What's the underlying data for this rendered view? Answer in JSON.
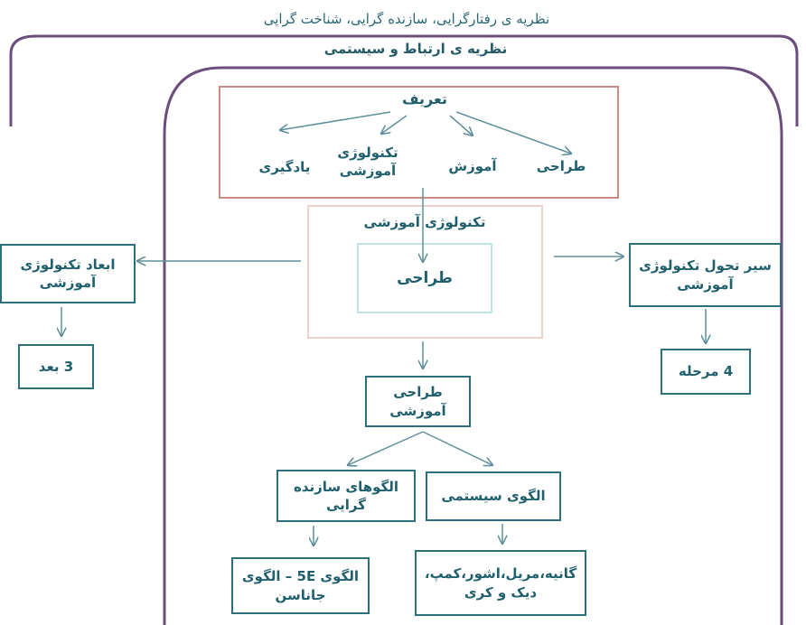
{
  "header": {
    "top_title": "نظریه ی رفتارگرایی، سازنده گرایی، شناخت گرایی",
    "outer_title": "نظریه ی ارتباط و سیستمی"
  },
  "definition": {
    "title": "تعریف",
    "items": [
      "طراحی",
      "آموزش",
      "تکنولوژی آموزشی",
      "یادگیری"
    ]
  },
  "center": {
    "title": "تکنولوژی آموزشی",
    "design": "طراحی"
  },
  "left": {
    "dimensions": "ابعاد تکنولوژی آموزشی",
    "count": "3 بعد"
  },
  "right": {
    "evolution": "سیر تحول تکنولوژی آموزشی",
    "count": "4 مرحله"
  },
  "instructional_design": {
    "title": "طراحی آموزشی",
    "systemic": "الگوی سیستمی",
    "constructivist": "الگوهای سازنده گرایی",
    "systemic_examples": "گانیه،مریل،اشور،کمپ، دیک و کری",
    "constructivist_examples": "الگوی 5E – الگوی جاناسن"
  },
  "colors": {
    "accent": "#2e6f7e",
    "frame": "#6b4e7e",
    "definition_border": "#c98b82",
    "center_border": "#ecd2c8",
    "inner_border": "#bfe3e8"
  }
}
